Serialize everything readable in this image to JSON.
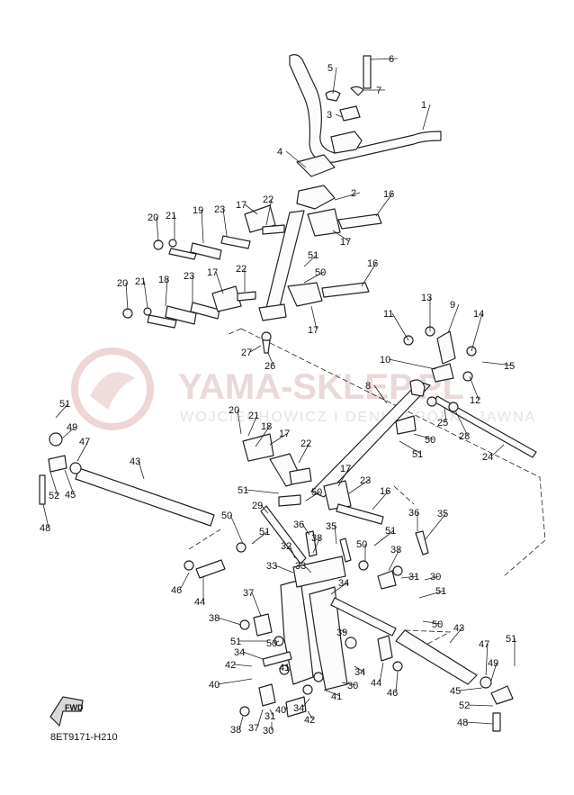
{
  "diagram_code": "8ET9171-H210",
  "fwd_label": "FWD",
  "watermark": {
    "main": "YAMA-SKLEP.PL",
    "sub": "WOJCIECHOWICZ I DENIS SPÓŁKA JAWNA"
  },
  "callouts": [
    "1",
    "2",
    "3",
    "4",
    "5",
    "6",
    "7",
    "8",
    "9",
    "10",
    "11",
    "12",
    "13",
    "14",
    "15",
    "16",
    "17",
    "18",
    "19",
    "20",
    "21",
    "22",
    "23",
    "24",
    "25",
    "26",
    "27",
    "28",
    "29",
    "30",
    "31",
    "32",
    "33",
    "34",
    "35",
    "36",
    "37",
    "38",
    "39",
    "40",
    "41",
    "42",
    "43",
    "44",
    "45",
    "46",
    "47",
    "48",
    "49",
    "50",
    "51",
    "52"
  ],
  "colors": {
    "line": "#222222",
    "watermark": "#e8c9c9"
  }
}
